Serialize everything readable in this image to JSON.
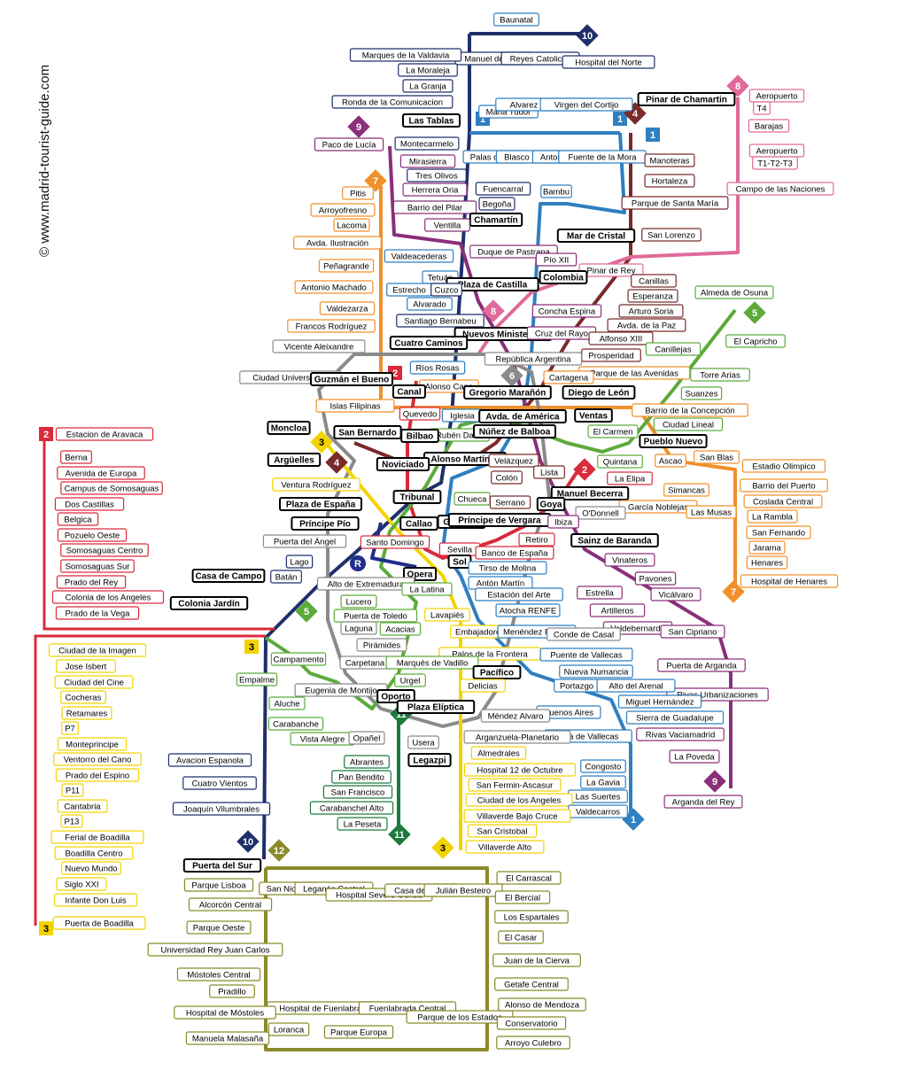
{
  "credit": "© www.madrid-tourist-guide.com",
  "lines": [
    {
      "id": "1",
      "color": "#2f7fc1",
      "markers": [
        "1",
        "1",
        "1",
        "1"
      ]
    },
    {
      "id": "2",
      "color": "#d92b3a",
      "markers": [
        "2",
        "2"
      ]
    },
    {
      "id": "3",
      "color": "#f2d300",
      "markers": [
        "3",
        "3",
        "3"
      ]
    },
    {
      "id": "4",
      "color": "#7a2a2a",
      "markers": [
        "4",
        "4"
      ]
    },
    {
      "id": "5",
      "color": "#5daa3c",
      "markers": [
        "5",
        "5"
      ]
    },
    {
      "id": "6",
      "color": "#8a8a8a",
      "markers": [
        "6"
      ]
    },
    {
      "id": "7",
      "color": "#f0902a",
      "markers": [
        "7",
        "7"
      ]
    },
    {
      "id": "8",
      "color": "#e06a9a",
      "markers": [
        "8",
        "8"
      ]
    },
    {
      "id": "9",
      "color": "#8a2f7a",
      "markers": [
        "9",
        "9"
      ]
    },
    {
      "id": "10",
      "color": "#1f2f6b",
      "markers": [
        "10",
        "10"
      ]
    },
    {
      "id": "11",
      "color": "#1b7a3e",
      "markers": [
        "11",
        "11"
      ]
    },
    {
      "id": "12",
      "color": "#8a8a2a",
      "markers": [
        "12"
      ]
    },
    {
      "id": "R",
      "color": "#1f2f8a",
      "markers": [
        "R"
      ]
    }
  ],
  "stations": {
    "baunatal": "Baunatal",
    "manuel_falla": "Manuel de Falla",
    "reyes_catolicos": "Reyes Catolicos",
    "hospital_norte": "Hospital del Norte",
    "marques_valdavia": "Marques de la Valdavia",
    "la_moraleja": "La Moraleja",
    "la_granja": "La Granja",
    "ronda_comunicacion": "Ronda de la Comunicacion",
    "las_tablas": "Las Tablas",
    "maria_tudor": "Maria Tudor",
    "alvarez_villaamil": "Alvarez de Villaamil",
    "virgen_cortijo": "Virgen del Cortijo",
    "pinar_chamartin": "Pinar de Chamartin",
    "aeropuerto_t4": "Aeropuerto",
    "t4": "T4",
    "barajas": "Barajas",
    "aeropuerto_t123": "Aeropuerto",
    "t123": "T1-T2-T3",
    "campo_naciones": "Campo de las Naciones",
    "paco_lucia": "Paco de Lucía",
    "montecarmelo": "Montecarmelo",
    "palas_rey": "Palas de Rey",
    "blasco_ibanez": "Blasco Ibañez",
    "antonio_saura": "Antonio Saura",
    "fuente_mora": "Fuente de la Mora",
    "manoteras": "Manoteras",
    "mirasierra": "Mirasierra",
    "tres_olivos": "Tres Olivos",
    "hortaleza": "Hortaleza",
    "herrera_oria": "Herrera Oria",
    "fuencarral": "Fuencarral",
    "bambu": "Bambu",
    "parque_santa_maria": "Parque de Santa María",
    "pitis": "Pitis",
    "barrio_pilar": "Barrio del Pilar",
    "begona": "Begoña",
    "arroyofresno": "Arroyofresno",
    "chamartin": "Chamartín",
    "lacoma": "Lacoma",
    "ventilla": "Ventilla",
    "san_lorenzo": "San Lorenzo",
    "mar_cristal": "Mar de Cristal",
    "duque_pastrana": "Duque de Pastrana",
    "avda_ilustracion": "Avda. Ilustración",
    "valdeacederas": "Valdeacederas",
    "pio_xii": "Pío XII",
    "pinar_rey": "Pinar de Rey",
    "penagrande": "Peñagrande",
    "tetuan": "Tetuán",
    "plaza_castilla": "Plaza de Castilla",
    "colombia": "Colombia",
    "canillas": "Canillas",
    "antonio_machado": "Antonio Machado",
    "estrecho": "Estrecho",
    "cuzco": "Cuzco",
    "esperanza": "Esperanza",
    "almeda_osuna": "Almeda de Osuna",
    "alvarado": "Alvarado",
    "concha_espina": "Concha Espina",
    "arturo_soria": "Arturo Soria",
    "valdezarza": "Valdezarza",
    "santiago_bernabeu": "Santiago Bernabeu",
    "avda_paz": "Avda. de la Paz",
    "nuevos_ministerios": "Nuevos Ministerios",
    "cruz_rayo": "Cruz del Rayo",
    "francos_rodriguez": "Francos Rodríguez",
    "alfonso_xiii": "Alfonso XIII",
    "el_capricho": "El Capricho",
    "vicente_aleixandre": "Vicente Aleixandre",
    "cuatro_caminos": "Cuatro Caminos",
    "canillejas": "Canillejas",
    "prosperidad": "Prosperidad",
    "republica_argentina": "República Argentina",
    "rios_rosas": "Ríos Rosas",
    "parque_avenidas": "Parque de las Avenidas",
    "torre_arias": "Torre Arias",
    "ciudad_universitaria": "Ciudad Universitaria",
    "guzman_bueno": "Guzmán el Bueno",
    "cartagena": "Cartagena",
    "alonso_cano": "Alonso Cano",
    "canal": "Canal",
    "gregorio_maranon": "Gregorio Marañón",
    "diego_leon": "Diego de León",
    "suanzes": "Suanzes",
    "islas_filipinas": "Islas Filipinas",
    "barrio_concepcion": "Barrio de la Concepción",
    "quevedo": "Quevedo",
    "iglesia": "Iglesia",
    "avda_america": "Avda. de América",
    "ventas": "Ventas",
    "ciudad_lineal": "Ciudad Lineal",
    "moncloa": "Moncloa",
    "ruben_dario": "Rubén Darío",
    "nunez_balboa": "Núñez de Balboa",
    "el_carmen": "El Carmen",
    "pueblo_nuevo": "Pueblo Nuevo",
    "estacion_aravaca": "Estacion de Aravaca",
    "san_bernardo": "San Bernardo",
    "bilbao": "Bilbao",
    "alonso_martinez": "Alonso Martínez",
    "quintana": "Quintana",
    "ascao": "Ascao",
    "san_blas": "San Blas",
    "estadio_olimpico": "Estadio Olimpico",
    "berna": "Berna",
    "arguelles": "Argüelles",
    "noviciado": "Noviciado",
    "velazquez": "Velázquez",
    "lista": "Lista",
    "la_elipa": "La Elipa",
    "avda_europa": "Avenida de Europa",
    "ventura_rodriguez": "Ventura Rodríguez",
    "colon": "Colón",
    "manuel_becerra": "Manuel Becerra",
    "simancas": "Simancas",
    "barrio_puerto": "Barrio del Puerto",
    "campus_somosaguas": "Campus de Somosaguas",
    "dos_castillas": "Dos Castillas",
    "plaza_espana": "Plaza de España",
    "tribunal": "Tribunal",
    "chueca": "Chueca",
    "serrano": "Serrano",
    "goya": "Goya",
    "garcia_noblejas": "García Noblejas",
    "las_musas": "Las Musas",
    "coslada_central": "Coslada Central",
    "belgica": "Belgica",
    "gran_via": "Gran Vía",
    "principe_vergara": "Príncipe de Vergara",
    "odonnell": "O'Donnell",
    "la_rambla": "La Rambla",
    "principe_pio": "Príncipe Pío",
    "callao": "Callao",
    "ibiza": "Ibiza",
    "pozuelo_oeste": "Pozuelo Oeste",
    "san_fernando": "San Fernando",
    "puerta_angel": "Puerta del Ángel",
    "santo_domingo": "Santo Domingo",
    "retiro": "Retiro",
    "sainz_baranda": "Sainz de Baranda",
    "somosaguas_centro": "Somosaguas Centro",
    "sevilla": "Sevilla",
    "banco_espana": "Banco de España",
    "jarama": "Jarama",
    "lago": "Lago",
    "sol": "Sol",
    "vinateros": "Vinateros",
    "somosaguas_sur": "Somosaguas Sur",
    "tirso_molina": "Tirso de Molina",
    "henares": "Henares",
    "casa_campo": "Casa de Campo",
    "opera": "Opera",
    "pavones": "Pavones",
    "prado_rey": "Prado del Rey",
    "alto_extremadura": "Alto de Extremadura",
    "hospital_henares": "Hospital de Henares",
    "batan": "Batán",
    "anton_martin": "Antón Martín",
    "estrella": "Estrella",
    "colonia_angeles": "Colonia de los Angeles",
    "la_latina": "La Latina",
    "estacion_arte": "Estación del Arte",
    "vicalvaro": "Vicálvaro",
    "colonia_jardin": "Colonia Jardín",
    "lucero": "Lucero",
    "artilleros": "Artilleros",
    "prado_vega": "Prado de la Vega",
    "atocha_renfe": "Atocha RENFE",
    "lavapies": "Lavapiés",
    "puerta_toledo": "Puerta de Toledo",
    "valdebernardo": "Valdebernardo",
    "san_cipriano": "San Cipriano",
    "laguna": "Laguna",
    "acacias": "Acacias",
    "embajadores": "Embajadores",
    "menendez_pelayo": "Menéndez Pelayo",
    "conde_casal": "Conde de Casal",
    "ciudad_imagen": "Ciudad de la Imagen",
    "campamento": "Campamento",
    "palos_frontera": "Palos de la Frontera",
    "piramides": "Pirámides",
    "jose_isbert": "Jose Isbert",
    "puerta_arganda": "Puerta de Arganda",
    "puente_vallecas": "Puente de Vallecas",
    "carpetana": "Carpetana",
    "marques_vadillo": "Marqués de Vadillo",
    "nueva_numancia": "Nueva Numancia",
    "ciudad_cine": "Ciudad del Cine",
    "empalme": "Empalme",
    "pacifico": "Pacífico",
    "portazgo": "Portazgo",
    "rivas_urbanizaciones": "Rivas Urbanizaciones",
    "eugenia_montijo": "Eugenia de Montijo",
    "urgel": "Urgel",
    "alto_arenal": "Alto del Arenal",
    "delicias": "Delicias",
    "cocheras": "Cocheras",
    "miguel_hernandez": "Miguel Hernández",
    "oporto": "Oporto",
    "plaza_eliptica": "Plaza Elíptica",
    "retamares": "Retamares",
    "aluche": "Aluche",
    "buenos_aires": "Buenos Aires",
    "sierra_guadalupe": "Sierra de Guadalupe",
    "mendez_alvaro": "Méndez Alvaro",
    "p7": "P7",
    "carabanche": "Carabanche",
    "rivas_vaciamadrid": "Rivas Vaciamadrid",
    "vista_alegre": "Vista Alegre",
    "villa_vallecas": "Villa de Vallecas",
    "opanel": "Opañel",
    "usera": "Usera",
    "arganzuela": "Arganzuela-Planetario",
    "monteprincipe": "Monteprincipe",
    "ventorro_cano": "Ventorro del Cano",
    "legazpi": "Legazpi",
    "almendrales": "Almedrales",
    "la_poveda": "La Poveda",
    "avacion_espanola": "Avacion Espanola",
    "abrantes": "Abrantes",
    "congosto": "Congosto",
    "hospital_12": "Hospital 12 de Octubre",
    "prado_espino": "Prado del Espino",
    "pan_bendito": "Pan Bendito",
    "la_gavia": "La Gavia",
    "cuatro_vientos": "Cuatro Vientos",
    "san_fermin": "San Fermin-Ascasur",
    "p11": "P11",
    "san_francisco": "San Francisco",
    "las_suertes": "Las Suertes",
    "arganda_rey": "Arganda del Rey",
    "ciudad_angeles": "Ciudad de los Angeles",
    "joaquin_vilumbrales": "Joaquín Vilumbrales",
    "cantabria": "Cantabria",
    "carabanchel_alto": "Carabanchel Alto",
    "valdecarros": "Valdecarros",
    "villaverde_bajo": "Villaverde Bajo Cruce",
    "p13": "P13",
    "la_peseta": "La Peseta",
    "san_cristobal": "San Cristobal",
    "ferial_boadilla": "Ferial de Boadilla",
    "boadilla_centro": "Boadilla Centro",
    "villaverde_alto": "Villaverde Alto",
    "nuevo_mundo": "Nuevo Mundo",
    "puerta_sur": "Puerta del Sur",
    "siglo_xxi": "Siglo XXI",
    "el_carrascal": "El Carrascal",
    "parque_lisboa": "Parque Lisboa",
    "san_nicasio": "San Nicasio",
    "leganes_central": "Leganés Central",
    "hospital_severo": "Hospital Severo Ochoa",
    "casa_reloj": "Casa del Reloj",
    "julian_besteiro": "Julián Besteiro",
    "infante_luis": "Infante Don Luis",
    "alcorcon_central": "Alcorcón Central",
    "el_bercial": "El Bercial",
    "puerta_boadilla": "Puerta de Boadilla",
    "parque_oeste": "Parque Oeste",
    "los_espartales": "Los Espartales",
    "el_casar": "El Casar",
    "universidad_rey": "Universidad Rey Juan Carlos",
    "juan_cierva": "Juan de la Cierva",
    "mostoles_central": "Móstoles Central",
    "getafe_central": "Getafe Central",
    "pradillo": "Pradillo",
    "hospital_fuenlabrada": "Hospital de Fuenlabrada",
    "fuenlabrada_central": "Fuenlabrada Central",
    "parque_estados": "Parque de los Estados",
    "alonso_mendoza": "Alonso de Mendoza",
    "hospital_mostoles": "Hospital de Móstoles",
    "conservatorio": "Conservatorio",
    "loranca": "Loranca",
    "parque_europa": "Parque Europa",
    "manuela_malasana": "Manuela Malasaña",
    "arroyo_culebro": "Arroyo Culebro"
  }
}
